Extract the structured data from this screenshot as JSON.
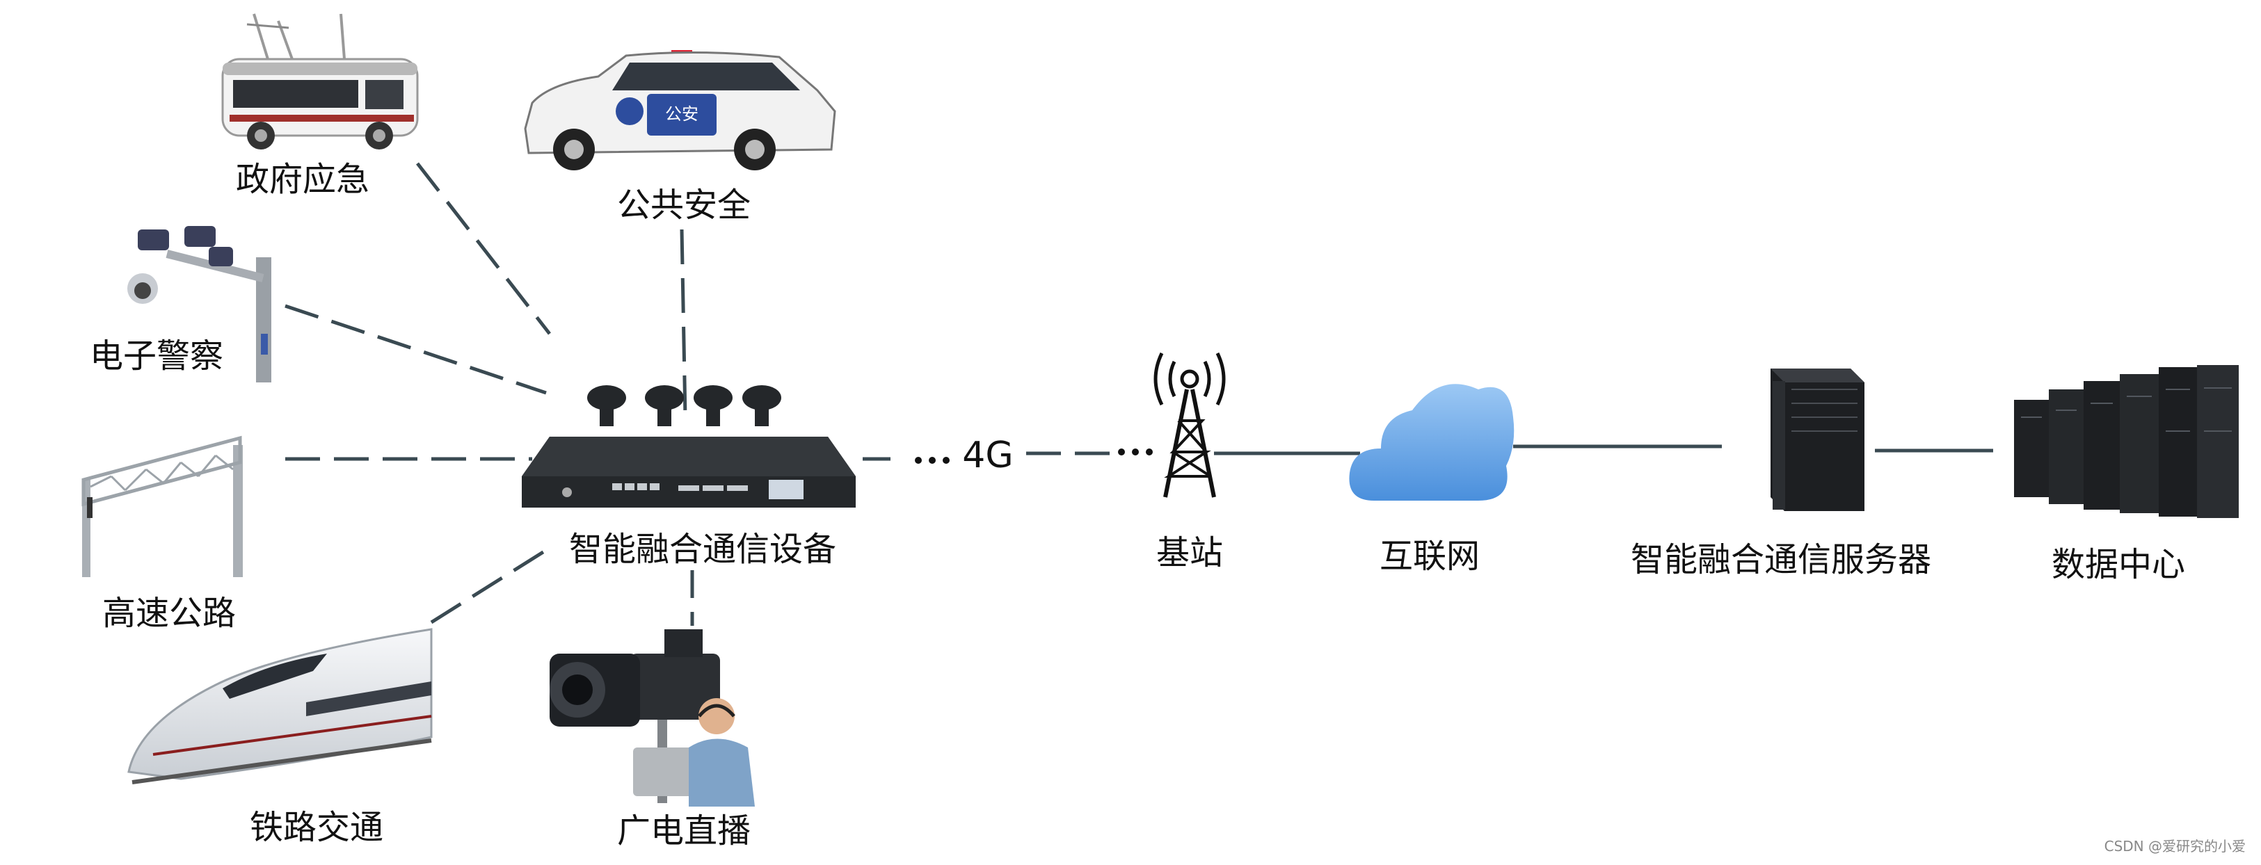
{
  "nodes": {
    "gov_emergency": "政府应急",
    "public_safety": "公共安全",
    "e_police": "电子警察",
    "highway": "高速公路",
    "railway": "铁路交通",
    "broadcast": "广电直播",
    "device": "智能融合通信设备",
    "base_station": "基站",
    "internet": "互联网",
    "server": "智能融合通信服务器",
    "data_center": "数据中心"
  },
  "link_label": "4G",
  "vehicle_text": {
    "police_car": "公安"
  },
  "watermark": "CSDN @爱研究的小爱",
  "colors": {
    "line": "#3a4a52",
    "cloud": "#6aa6e6",
    "device": "#25282b"
  }
}
